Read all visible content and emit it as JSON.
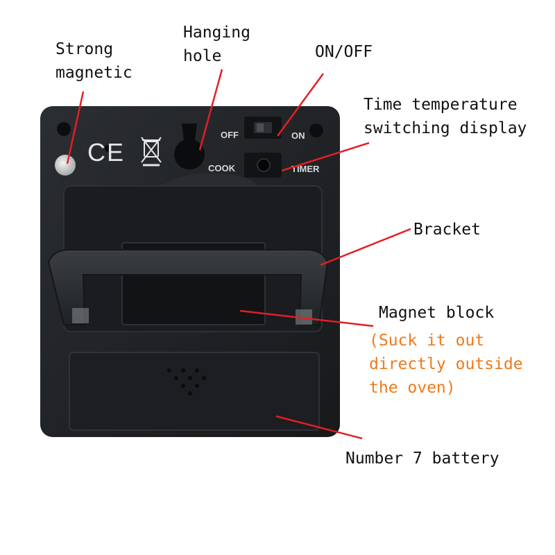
{
  "colors": {
    "background": "#ffffff",
    "device_body": "#202225",
    "bracket": "#26292c",
    "pointer_line": "#e31e24",
    "note_text": "#ee7a1c"
  },
  "callouts": {
    "strong_magnetic": [
      "Strong",
      "magnetic"
    ],
    "hanging_hole": [
      "Hanging",
      "hole"
    ],
    "on_off": "ON/OFF",
    "time_temperature": [
      "Time temperature",
      "switching display"
    ],
    "bracket": "Bracket",
    "magnet_block": "Magnet block",
    "magnet_note": [
      "(Suck it out",
      "directly outside",
      "the oven)"
    ],
    "battery": "Number 7 battery"
  },
  "device_markings": {
    "off": "OFF",
    "on": "ON",
    "cook": "COOK",
    "timer": "TIMER",
    "ce_mark": "CE",
    "weee_icon": "crossed-out-bin-icon"
  }
}
